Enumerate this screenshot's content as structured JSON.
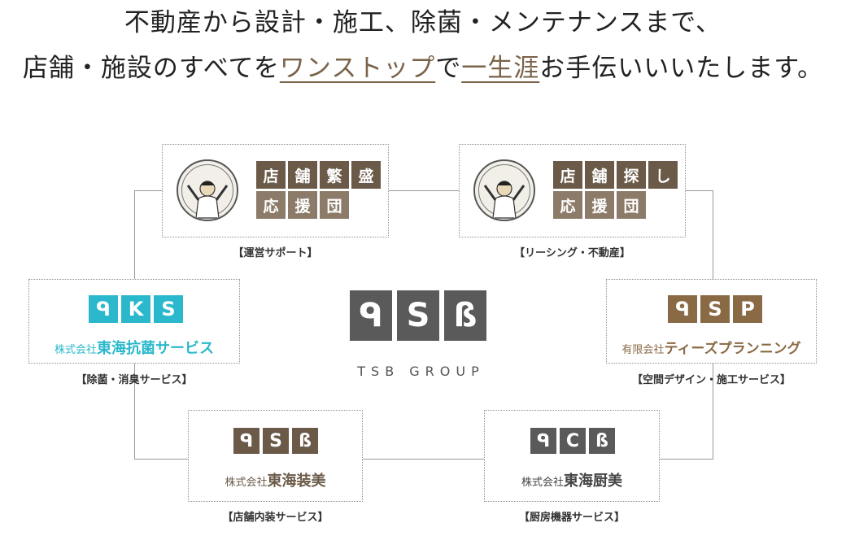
{
  "headline": {
    "line1": "不動産から設計・施工、除菌・メンテナンスまで、",
    "line2_pre": "店舗・施設のすべてを",
    "line2_hl1": "ワンストップ",
    "line2_mid": "で",
    "line2_hl2": "一生涯",
    "line2_post": "お手伝いいいたします。"
  },
  "colors": {
    "accent_brown": "#7a6349",
    "tile_brown": "#6b5a48",
    "tile_tan": "#8c7b68",
    "tsb_gray": "#5a5a5a",
    "cyan": "#2bb8cc"
  },
  "center": {
    "logo_letters": [
      "ᑫ",
      "S",
      "ß"
    ],
    "group_label": "TSB GROUP"
  },
  "nodes": {
    "tenpo_hanjo": {
      "badge_text": "★店舗繁盛応援団",
      "tiles": [
        "店",
        "舗",
        "繁",
        "盛",
        "応",
        "援",
        "団"
      ],
      "caption": "【運営サポート】"
    },
    "tenpo_sagashi": {
      "badge_text": "★店舗探し応援団",
      "tiles": [
        "店",
        "舗",
        "探",
        "し",
        "応",
        "援",
        "団"
      ],
      "caption": "【リーシング・不動産】"
    },
    "tks": {
      "logo_letters": [
        "ᑫ",
        "K",
        "S"
      ],
      "company_prefix": "株式会社",
      "company_name": "東海抗菌サービス",
      "caption": "【除菌・消臭サービス】"
    },
    "tsp": {
      "logo_letters": [
        "ᑫ",
        "S",
        "P"
      ],
      "company_prefix": "有限会社",
      "company_name": "ティーズプランニング",
      "caption": "【空間デザイン・施工サービス】"
    },
    "tsb": {
      "logo_letters": [
        "ᑫ",
        "S",
        "ß"
      ],
      "company_prefix": "株式会社",
      "company_name": "東海装美",
      "caption": "【店舗内装サービス】"
    },
    "tcb": {
      "logo_letters": [
        "ᑫ",
        "C",
        "ß"
      ],
      "company_prefix": "株式会社",
      "company_name": "東海厨美",
      "caption": "【厨房機器サービス】"
    }
  }
}
